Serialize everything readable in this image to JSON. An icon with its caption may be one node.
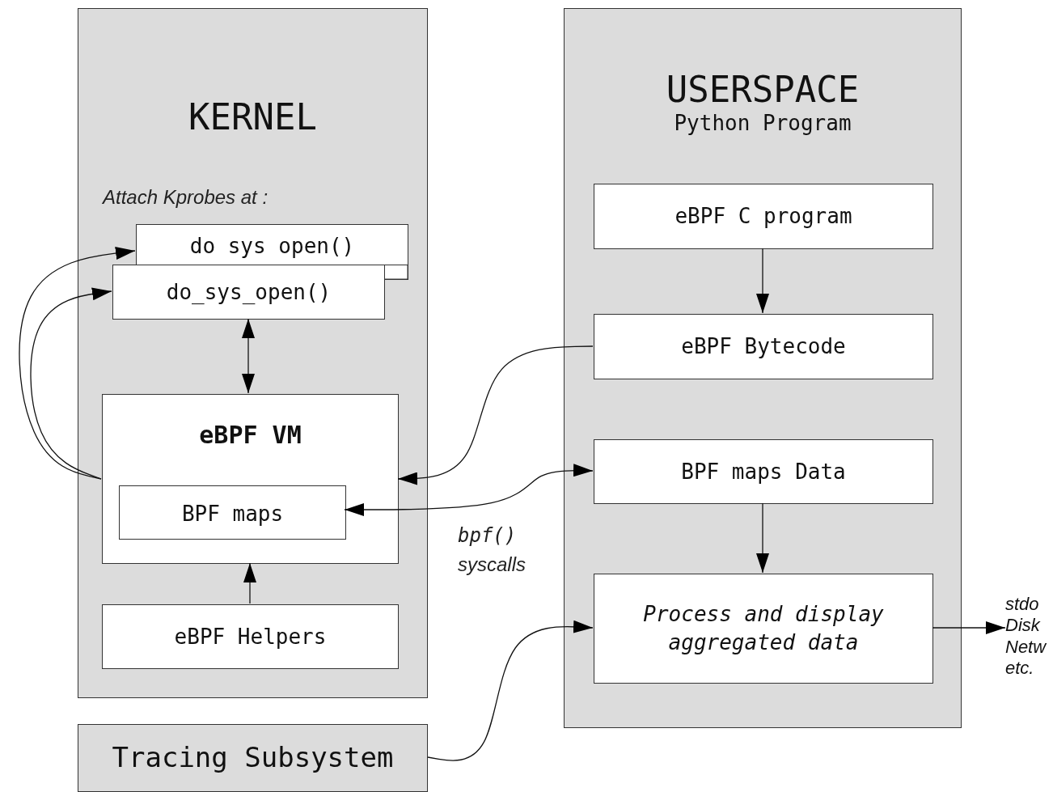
{
  "diagram": {
    "nodes": [
      {
        "text": [
          "KERNEL"
        ]
      },
      {
        "text": [
          "do sys open()"
        ],
        "in": 0
      },
      {
        "text": [
          "do_sys_open()"
        ],
        "in": 0
      },
      {
        "text": [
          "eBPF VM"
        ],
        "in": 0
      },
      {
        "text": [
          "BPF maps"
        ],
        "in": 3
      },
      {
        "text": [
          "eBPF Helpers"
        ],
        "in": 0
      },
      {
        "text": [
          "Tracing Subsystem"
        ]
      },
      {
        "text": [
          "USERSPACE",
          "Python Program"
        ]
      },
      {
        "text": [
          "eBPF C program"
        ],
        "in": 7
      },
      {
        "text": [
          "eBPF Bytecode"
        ],
        "in": 7
      },
      {
        "text": [
          "BPF maps Data"
        ],
        "in": 7
      },
      {
        "text": [
          "Process and display aggregated data"
        ],
        "in": 7
      },
      {
        "text": [
          "stdo Disk Netw etc."
        ]
      }
    ],
    "edges": [
      {
        "from": 3,
        "to": 1,
        "arrow": "to"
      },
      {
        "from": 3,
        "to": 2,
        "arrow": "to"
      },
      {
        "from": 2,
        "to": 3,
        "arrow": "both"
      },
      {
        "from": 5,
        "to": 3,
        "arrow": "to"
      },
      {
        "from": 8,
        "to": 9,
        "arrow": "to"
      },
      {
        "from": 9,
        "to": 3,
        "arrow": "to"
      },
      {
        "from": 4,
        "to": 10,
        "arrow": "both"
      },
      {
        "from": 10,
        "to": 11,
        "arrow": "to"
      },
      {
        "from": 6,
        "to": 11,
        "arrow": "to"
      },
      {
        "from": 11,
        "to": 12,
        "arrow": "to"
      }
    ],
    "labels": [
      "Attach Kprobes at :",
      "bpf()",
      "syscalls"
    ]
  }
}
